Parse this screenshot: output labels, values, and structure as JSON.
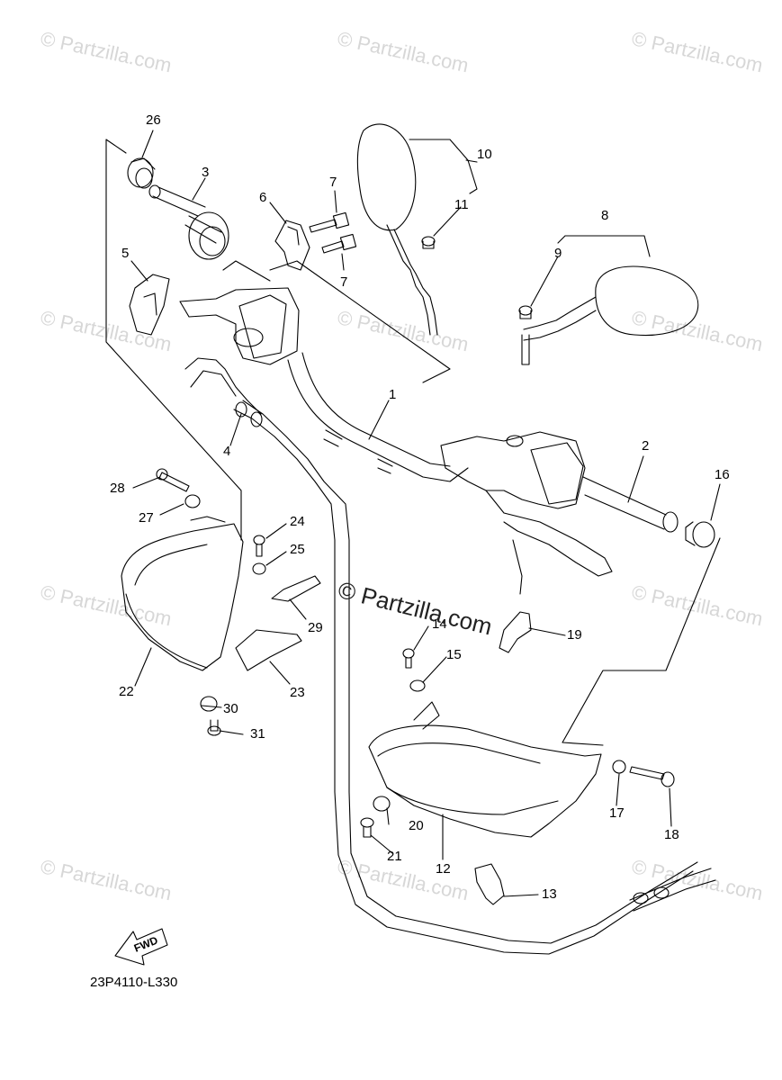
{
  "watermark": {
    "text": "© Partzilla.com"
  },
  "center_watermark": {
    "text": "© Partzilla.com"
  },
  "diagram_code": "23P4110-L330",
  "fwd_label": "FWD",
  "callouts": [
    "1",
    "2",
    "3",
    "4",
    "5",
    "6",
    "7",
    "7",
    "8",
    "9",
    "10",
    "11",
    "12",
    "13",
    "14",
    "15",
    "16",
    "17",
    "18",
    "19",
    "20",
    "21",
    "22",
    "23",
    "24",
    "25",
    "26",
    "27",
    "28",
    "29",
    "30",
    "31"
  ]
}
